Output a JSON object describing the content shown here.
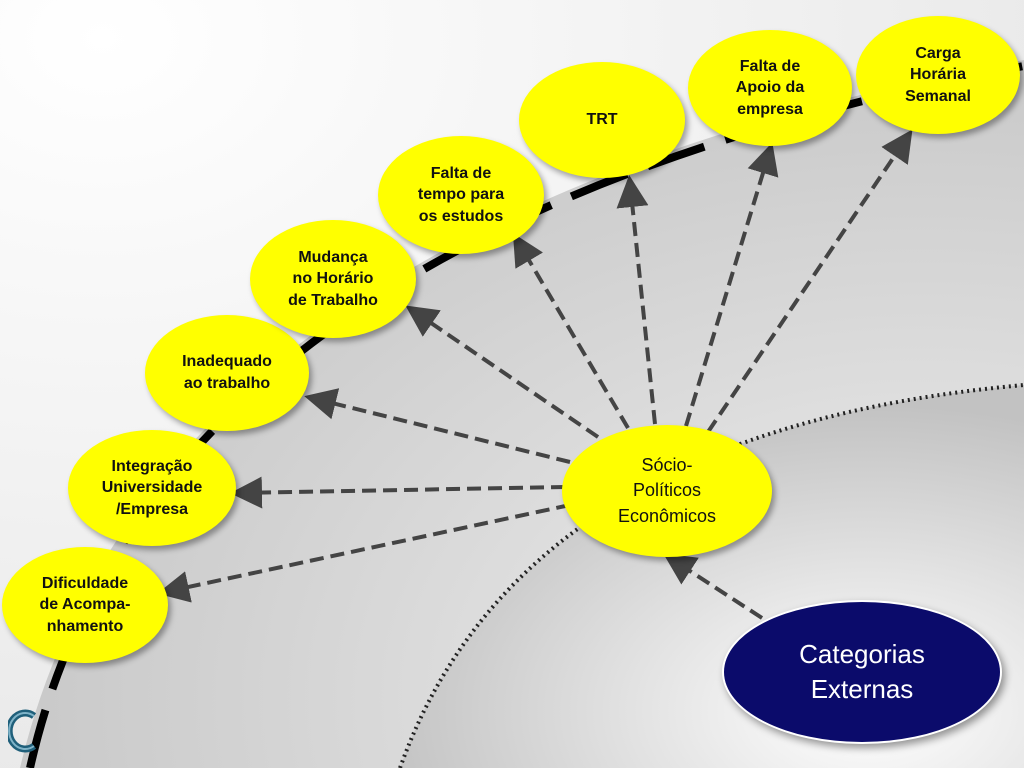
{
  "colors": {
    "node_fill": "#ffff00",
    "center_fill": "#ffff00",
    "dark_fill": "#0b0b6b",
    "arrow": "#444444"
  },
  "nodes": {
    "dificuldade": "Dificuldade\nde Acompa-\nnhamento",
    "integracao": "Integração\nUniversidade\n/Empresa",
    "inadequado": "Inadequado\nao trabalho",
    "mudanca": "Mudança\nno Horário\nde Trabalho",
    "falta_tempo": "Falta de\ntempo para\nos estudos",
    "trt": "TRT",
    "falta_apoio": "Falta de\nApoio da\nempresa",
    "carga": "Carga\nHorária\nSemanal",
    "center": "Sócio-\nPolíticos\nEconômicos",
    "root": "Categorias\nExternas"
  },
  "logo_icon": "c-logo-icon"
}
